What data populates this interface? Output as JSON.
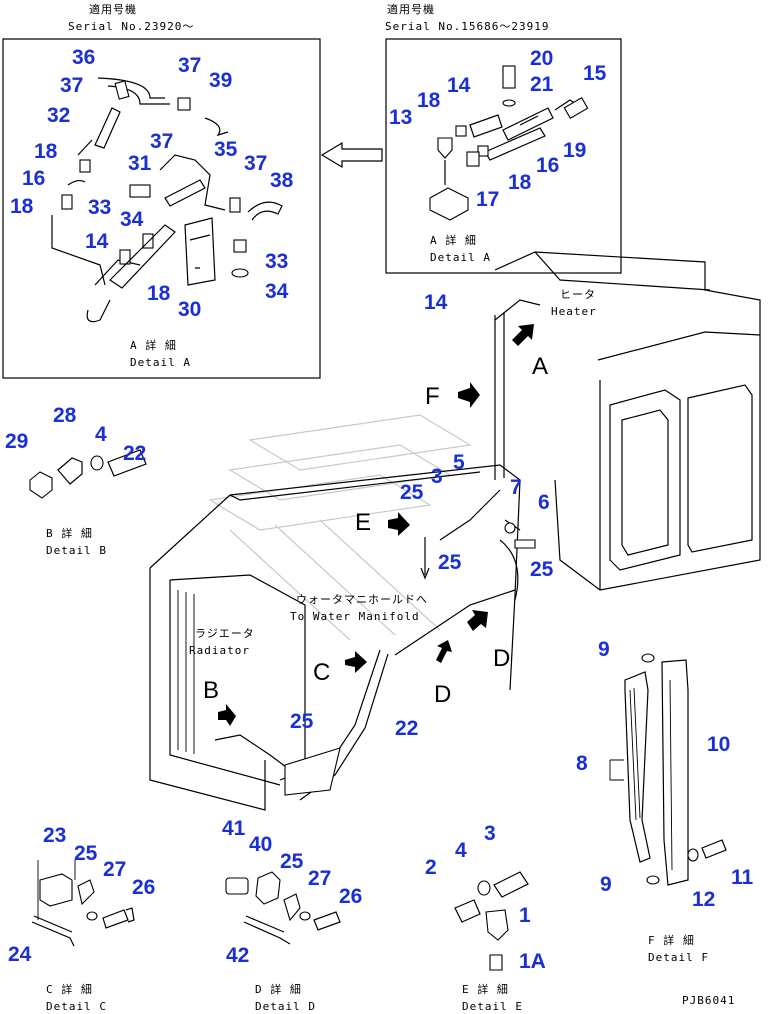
{
  "serial_left_title": "適用号機",
  "serial_left": "Serial No.23920～",
  "serial_right_title": "適用号機",
  "serial_right": "Serial No.15686～23919",
  "heater_jp": "ヒータ",
  "heater_en": "Heater",
  "radiator_jp": "ラジエータ",
  "radiator_en": "Radiator",
  "manifold_jp": "ウォータマニホールドへ",
  "manifold_en": "To Water Manifold",
  "views": {
    "A": "A",
    "B": "B",
    "C": "C",
    "D1": "D",
    "D2": "D",
    "E": "E",
    "F": "F"
  },
  "details": {
    "a_left_jp": "A 詳 細",
    "a_left_en": "Detail A",
    "a_right_jp": "A 詳 細",
    "a_right_en": "Detail A",
    "b_jp": "B 詳 細",
    "b_en": "Detail B",
    "c_jp": "C 詳 細",
    "c_en": "Detail C",
    "d_jp": "D 詳 細",
    "d_en": "Detail D",
    "e_jp": "E 詳 細",
    "e_en": "Detail E",
    "f_jp": "F 詳 細",
    "f_en": "Detail F"
  },
  "drawing_code": "PJB6041",
  "callouts": {
    "left_box": [
      "36",
      "37",
      "39",
      "37",
      "32",
      "18",
      "16",
      "18",
      "31",
      "37",
      "35",
      "37",
      "38",
      "33",
      "34",
      "14",
      "18",
      "30",
      "33",
      "34"
    ],
    "right_box": [
      "20",
      "21",
      "15",
      "18",
      "14",
      "13",
      "19",
      "16",
      "18",
      "17"
    ],
    "detail_b": [
      "28",
      "29",
      "4",
      "22"
    ],
    "main": [
      "14",
      "3",
      "5",
      "25",
      "7",
      "6",
      "25",
      "25",
      "22",
      "25"
    ],
    "detail_c": [
      "23",
      "25",
      "27",
      "26",
      "24"
    ],
    "detail_d": [
      "41",
      "40",
      "25",
      "27",
      "26",
      "42"
    ],
    "detail_e": [
      "3",
      "2",
      "4",
      "1",
      "1A"
    ],
    "detail_f": [
      "9",
      "8",
      "10",
      "9",
      "12",
      "11"
    ]
  }
}
